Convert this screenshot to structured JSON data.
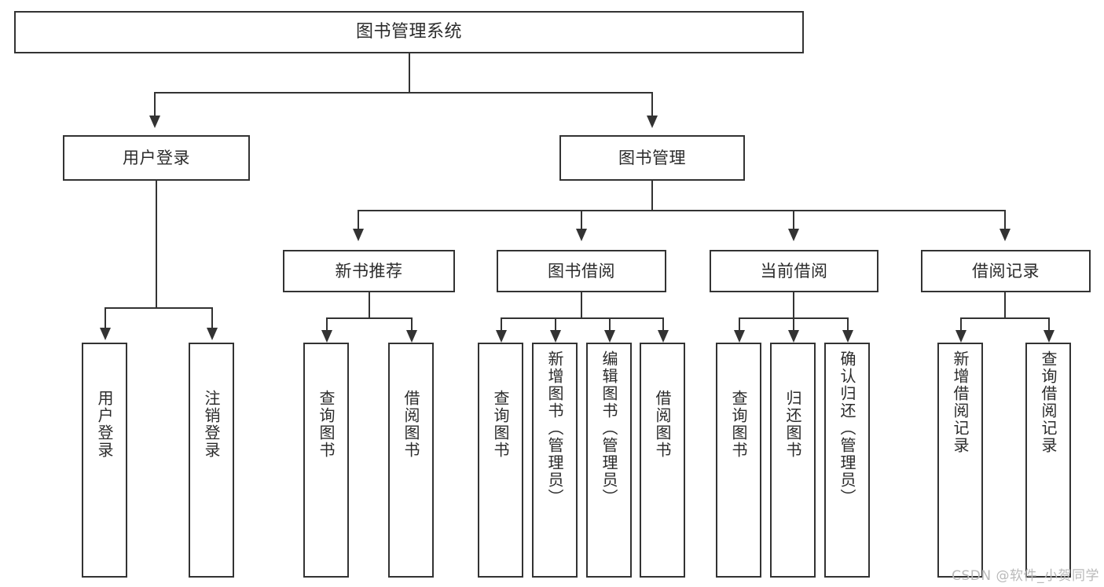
{
  "diagram": {
    "title": "图书管理系统",
    "type": "tree-hierarchy-diagram",
    "root": {
      "id": "root",
      "label": "图书管理系统",
      "orientation": "horizontal"
    },
    "level2": [
      {
        "id": "user-login",
        "label": "用户登录",
        "orientation": "horizontal"
      },
      {
        "id": "book-management",
        "label": "图书管理",
        "orientation": "horizontal"
      }
    ],
    "level3": [
      {
        "id": "new-book-recommend",
        "label": "新书推荐",
        "orientation": "horizontal",
        "parent": "book-management"
      },
      {
        "id": "book-borrow",
        "label": "图书借阅",
        "orientation": "horizontal",
        "parent": "book-management"
      },
      {
        "id": "current-borrow",
        "label": "当前借阅",
        "orientation": "horizontal",
        "parent": "book-management"
      },
      {
        "id": "borrow-record",
        "label": "借阅记录",
        "orientation": "horizontal",
        "parent": "book-management"
      }
    ],
    "leaves": {
      "user_login": [
        {
          "id": "leaf-user-login",
          "label": "用户登录",
          "orientation": "vertical"
        },
        {
          "id": "leaf-user-logout",
          "label": "注销登录",
          "orientation": "vertical"
        }
      ],
      "new_book_recommend": [
        {
          "id": "leaf-query-book-1",
          "label": "查询图书",
          "orientation": "vertical"
        },
        {
          "id": "leaf-borrow-book-1",
          "label": "借阅图书",
          "orientation": "vertical"
        }
      ],
      "book_borrow": [
        {
          "id": "leaf-query-book-2",
          "label": "查询图书",
          "orientation": "vertical"
        },
        {
          "id": "leaf-add-book",
          "label": "新增图书（管理员）",
          "orientation": "vertical"
        },
        {
          "id": "leaf-edit-book",
          "label": "编辑图书（管理员）",
          "orientation": "vertical"
        },
        {
          "id": "leaf-borrow-book-2",
          "label": "借阅图书",
          "orientation": "vertical"
        }
      ],
      "current_borrow": [
        {
          "id": "leaf-query-book-3",
          "label": "查询图书",
          "orientation": "vertical"
        },
        {
          "id": "leaf-return-book",
          "label": "归还图书",
          "orientation": "vertical"
        },
        {
          "id": "leaf-confirm-return",
          "label": "确认归还（管理员）",
          "orientation": "vertical"
        }
      ],
      "borrow_record": [
        {
          "id": "leaf-add-record",
          "label": "新增借阅记录",
          "orientation": "vertical"
        },
        {
          "id": "leaf-query-record",
          "label": "查询借阅记录",
          "orientation": "vertical"
        }
      ]
    }
  },
  "watermark": {
    "text": "CSDN @软件_小贺同学"
  },
  "colors": {
    "background": "#ffffff",
    "box_border": "#333333",
    "box_fill": "#ffffff",
    "text": "#2b2b2b",
    "connector": "#333333",
    "watermark": "#b9b9b9"
  }
}
